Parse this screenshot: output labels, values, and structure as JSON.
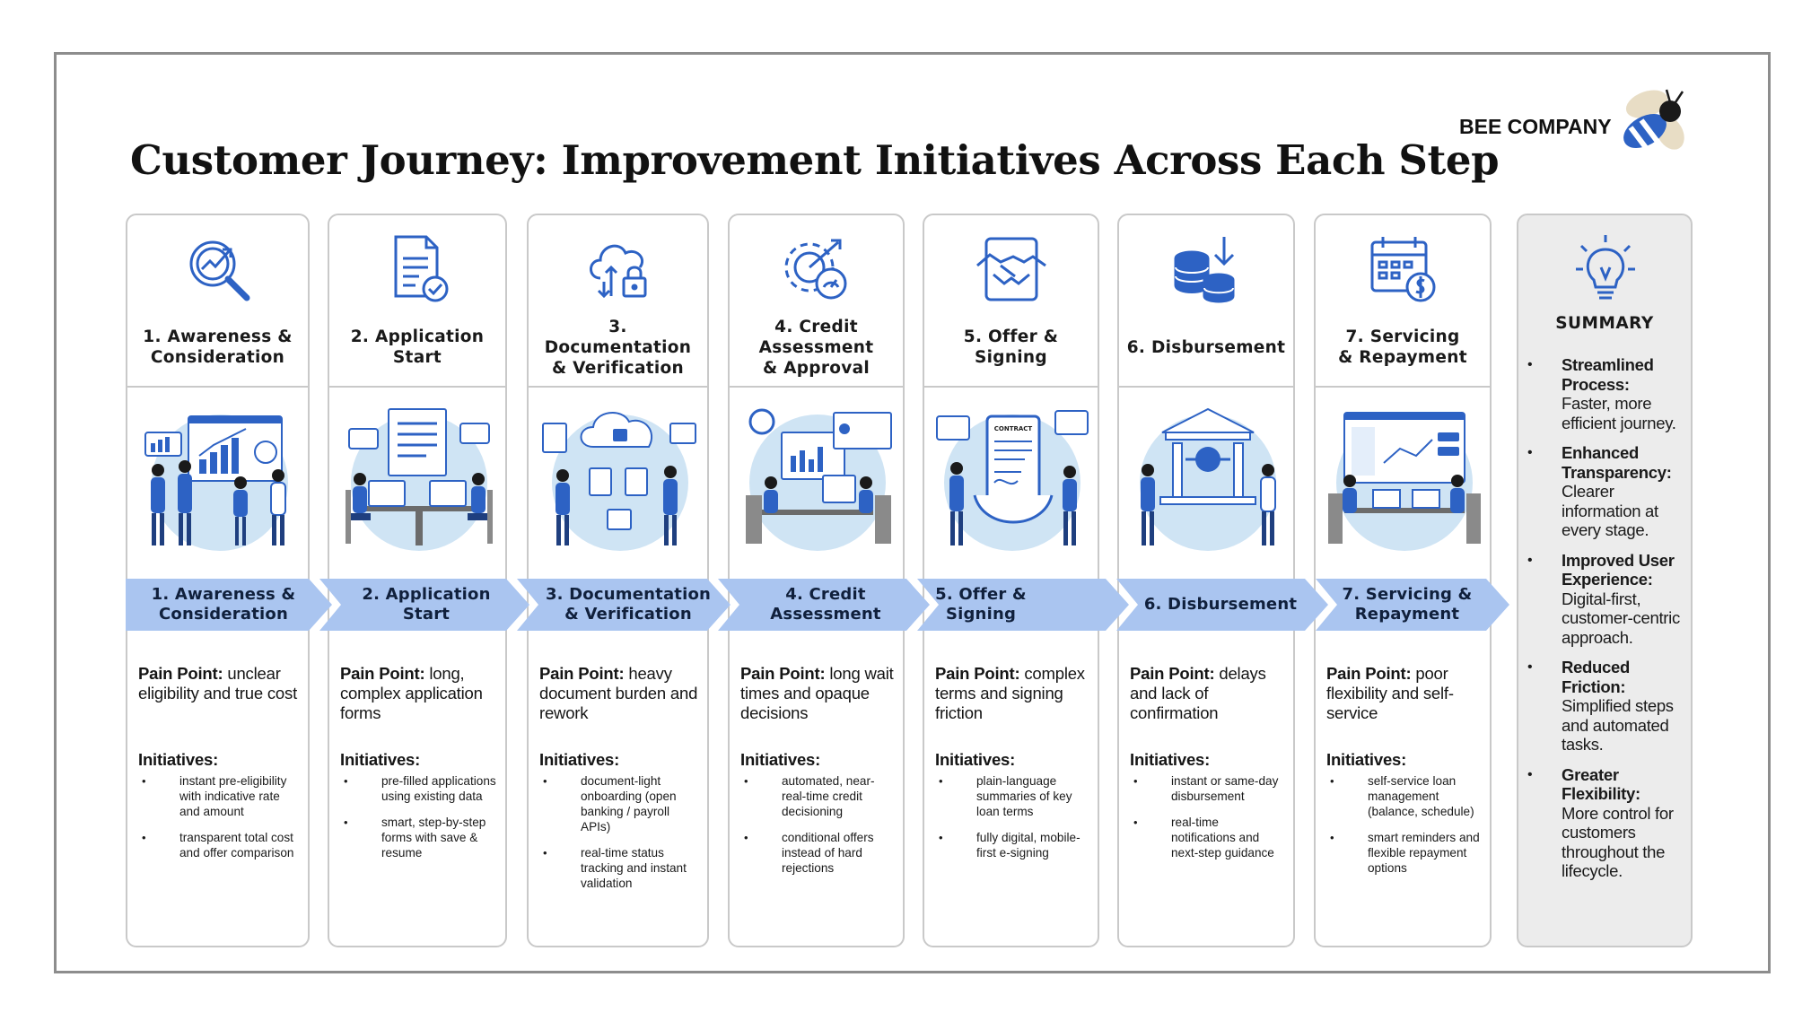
{
  "brand": "BEE COMPANY",
  "title": "Customer Journey: Improvement Initiatives Across Each Step",
  "colors": {
    "accent": "#2d62c4",
    "arrow": "#aac5f0",
    "illustration_bg": "#cfe4f4",
    "summary_bg": "#ececec"
  },
  "steps": [
    {
      "icon": "magnifier-chart-icon",
      "title": "1. Awareness &\nConsideration",
      "arrow_label": "1. Awareness &\nConsideration",
      "pain_label": "Pain Point:",
      "pain_text": "unclear eligibility and true cost",
      "initiatives_label": "Initiatives:",
      "initiatives": [
        "instant pre-eligibility with indicative rate and amount",
        "transparent total cost and offer comparison"
      ]
    },
    {
      "icon": "document-check-icon",
      "title": "2. Application\nStart",
      "arrow_label": "2. Application\nStart",
      "pain_label": "Pain Point:",
      "pain_text": "long, complex application forms",
      "initiatives_label": "Initiatives:",
      "initiatives": [
        "pre-filled applications using existing data",
        "smart, step-by-step forms with save & resume"
      ]
    },
    {
      "icon": "cloud-lock-icon",
      "title": "3. Documentation\n& Verification",
      "arrow_label": "3. Documentation\n& Verification",
      "pain_label": "Pain Point:",
      "pain_text": "heavy document burden and rework",
      "initiatives_label": "Initiatives:",
      "initiatives": [
        "document-light onboarding (open banking / payroll APIs)",
        "real-time status tracking and instant validation"
      ]
    },
    {
      "icon": "gear-gauge-icon",
      "title": "4. Credit\nAssessment\n& Approval",
      "arrow_label": "4. Credit\nAssessment",
      "pain_label": "Pain Point:",
      "pain_text": "long wait times and opaque decisions",
      "initiatives_label": "Initiatives:",
      "initiatives": [
        "automated, near-real-time credit decisioning",
        "conditional offers instead of hard rejections"
      ]
    },
    {
      "icon": "handshake-icon",
      "title": "5. Offer &\nSigning",
      "arrow_label": "5. Offer &\nSigning",
      "pain_label": "Pain Point:",
      "pain_text": "complex terms and signing friction",
      "initiatives_label": "Initiatives:",
      "initiatives": [
        "plain-language summaries of key loan terms",
        "fully digital, mobile-first e-signing"
      ]
    },
    {
      "icon": "coins-arrow-icon",
      "title": "6. Disbursement",
      "arrow_label": "6. Disbursement",
      "pain_label": "Pain Point:",
      "pain_text": "delays and lack of confirmation",
      "initiatives_label": "Initiatives:",
      "initiatives": [
        "instant or same-day disbursement",
        "real-time notifications and next-step guidance"
      ]
    },
    {
      "icon": "calendar-dollar-icon",
      "title": "7. Servicing\n& Repayment",
      "arrow_label": "7. Servicing &\nRepayment",
      "pain_label": "Pain Point:",
      "pain_text": "poor flexibility and self-service",
      "initiatives_label": "Initiatives:",
      "initiatives": [
        "self-service loan management (balance, schedule)",
        "smart reminders and flexible repayment options"
      ]
    }
  ],
  "illustration_text": {
    "contract": "CONTRACT"
  },
  "summary": {
    "icon": "lightbulb-icon",
    "title": "SUMMARY",
    "items": [
      {
        "heading": "Streamlined Process:",
        "text": "Faster, more efficient journey."
      },
      {
        "heading": "Enhanced Transparency:",
        "text": "Clearer information at every stage."
      },
      {
        "heading": "Improved User Experience:",
        "text": "Digital-first, customer-centric approach."
      },
      {
        "heading": "Reduced Friction:",
        "text": "Simplified steps and automated tasks."
      },
      {
        "heading": "Greater Flexibility:",
        "text": "More control for customers throughout the lifecycle."
      }
    ]
  }
}
